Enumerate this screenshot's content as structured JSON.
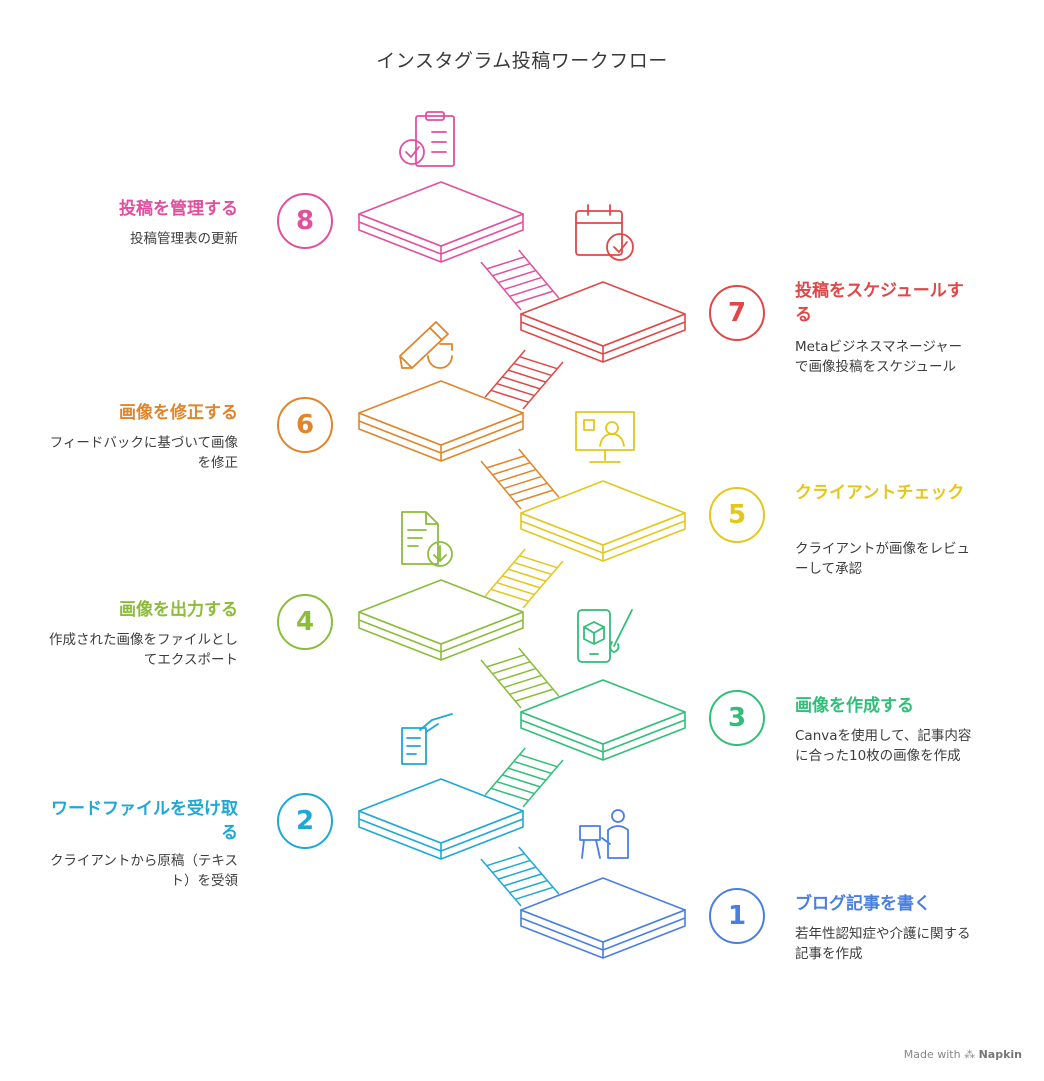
{
  "title": "インスタグラム投稿ワークフロー",
  "steps": [
    {
      "num": "1",
      "title": "ブログ記事を書く",
      "desc": "若年性認知症や介護に関する記事を作成",
      "color": "#4a7fe0",
      "side": "right",
      "icon": "person-laptop-icon"
    },
    {
      "num": "2",
      "title": "ワードファイルを受け取る",
      "desc": "クライアントから原稿（テキスト）を受領",
      "color": "#1ea8d6",
      "side": "left",
      "icon": "hand-document-icon"
    },
    {
      "num": "3",
      "title": "画像を作成する",
      "desc": "Canvaを使用して、記事内容に合った10枚の画像を作成",
      "color": "#2fbf78",
      "side": "right",
      "icon": "tablet-brush-icon"
    },
    {
      "num": "4",
      "title": "画像を出力する",
      "desc": "作成された画像をファイルとしてエクスポート",
      "color": "#8bbd3a",
      "side": "left",
      "icon": "file-download-icon"
    },
    {
      "num": "5",
      "title": "クライアントチェック",
      "desc": "クライアントが画像をレビューして承認",
      "color": "#e3c71a",
      "side": "right",
      "icon": "monitor-review-icon"
    },
    {
      "num": "6",
      "title": "画像を修正する",
      "desc": "フィードバックに基づいて画像を修正",
      "color": "#e0852a",
      "side": "left",
      "icon": "pencil-refresh-icon"
    },
    {
      "num": "7",
      "title": "投稿をスケジュールする",
      "desc": "Metaビジネスマネージャーで画像投稿をスケジュール",
      "color": "#e04848",
      "side": "right",
      "icon": "calendar-check-icon"
    },
    {
      "num": "8",
      "title": "投稿を管理する",
      "desc": "投稿管理表の更新",
      "color": "#e0509e",
      "side": "left",
      "icon": "clipboard-check-icon"
    }
  ],
  "footer": {
    "prefix": "Made with",
    "brand": "Napkin"
  }
}
